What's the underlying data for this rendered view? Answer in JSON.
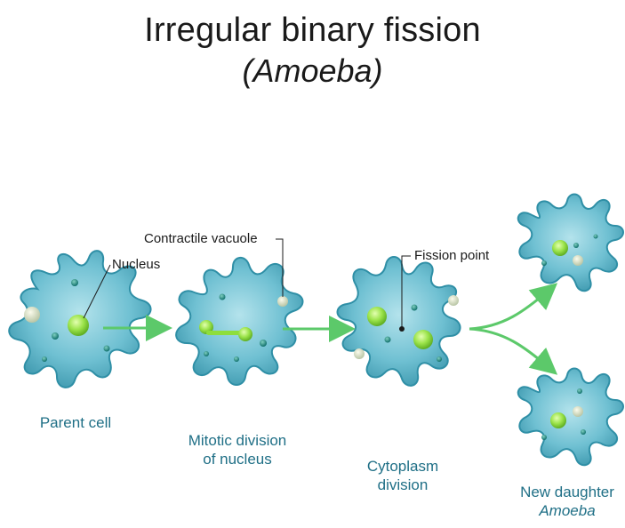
{
  "title": "Irregular binary fission",
  "subtitle": "(Amoeba)",
  "stages": [
    {
      "caption": "Parent cell"
    },
    {
      "caption_line1": "Mitotic division",
      "caption_line2": "of nucleus"
    },
    {
      "caption_line1": "Cytoplasm",
      "caption_line2": "division"
    },
    {
      "caption_line1": "New daughter",
      "caption_line2": "Amoeba"
    }
  ],
  "labels": {
    "nucleus": "Nucleus",
    "contractile_vacuole": "Contractile vacuole",
    "fission_point": "Fission point"
  },
  "colors": {
    "cell_fill": "#5fb7c9",
    "cell_edge": "#2f8fa6",
    "nucleus": "#8ede3c",
    "arrow": "#5cc96a",
    "caption": "#1f6f86"
  }
}
